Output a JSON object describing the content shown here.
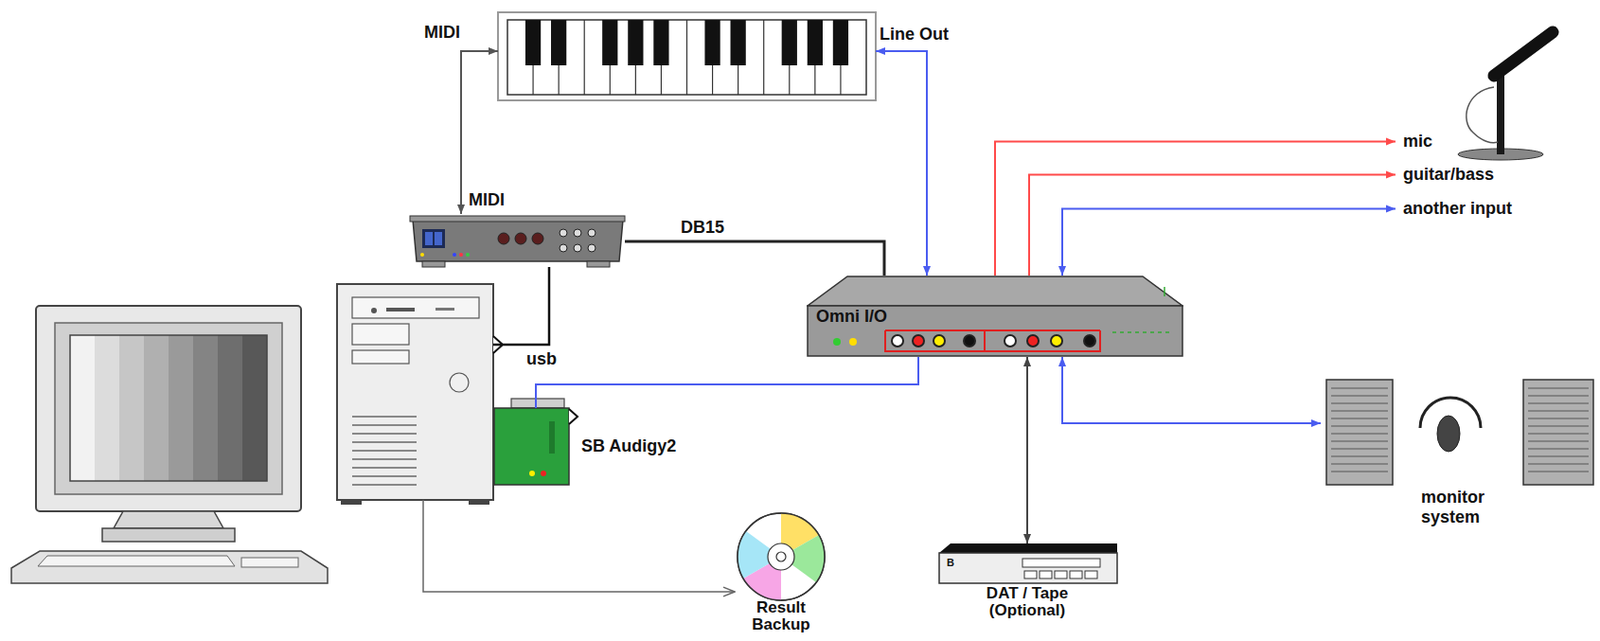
{
  "diagram": {
    "nodes": [
      {
        "text": [
          "Omni I/O"
        ]
      },
      {
        "text": [
          "MIDI"
        ]
      },
      {
        "text": [
          "SB Audigy2"
        ]
      },
      {
        "text": [
          "mic"
        ]
      },
      {
        "text": [
          "guitar/bass"
        ]
      },
      {
        "text": [
          "another input"
        ]
      },
      {
        "text": [
          "monitor system"
        ]
      },
      {
        "text": [
          "Result Backup"
        ]
      },
      {
        "text": [
          "DAT / Tape (Optional)"
        ]
      }
    ],
    "edges": [
      {
        "from": 1,
        "to": 0,
        "arrow": "none",
        "label": "DB15"
      },
      {
        "from": 0,
        "to": 3,
        "arrow": "to"
      },
      {
        "from": 0,
        "to": 4,
        "arrow": "to"
      },
      {
        "from": 0,
        "to": 5,
        "arrow": "both"
      },
      {
        "from": 0,
        "to": 2,
        "arrow": "none"
      },
      {
        "from": 0,
        "to": 8,
        "arrow": "both"
      },
      {
        "from": 0,
        "to": 6,
        "arrow": "both"
      }
    ],
    "labels": [
      "MIDI",
      "Line Out",
      "usb",
      "B"
    ]
  }
}
